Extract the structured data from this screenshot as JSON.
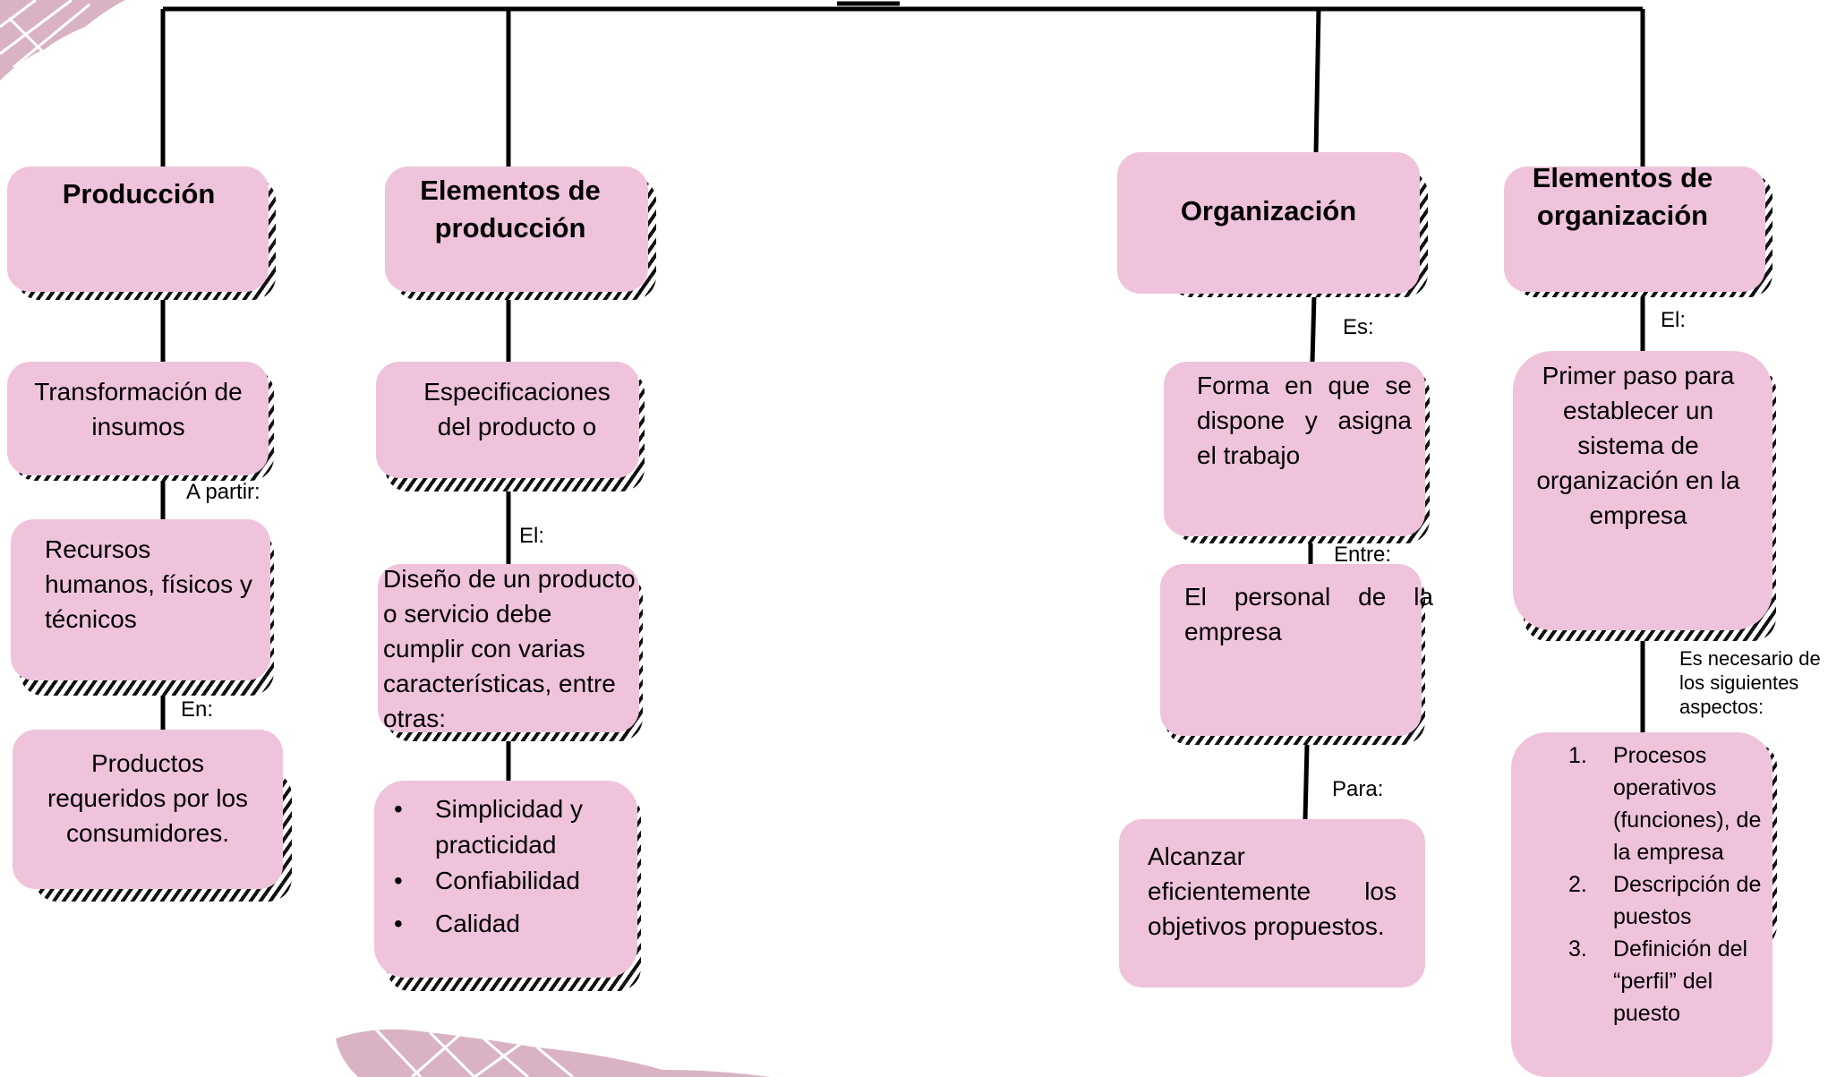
{
  "nodes": {
    "produccion": {
      "title": "Producción"
    },
    "elementos_produccion": {
      "title_line1": "Elementos de",
      "title_line2": "producción"
    },
    "organizacion": {
      "title": "Organización"
    },
    "elementos_organizacion": {
      "title_line1": "Elementos de",
      "title_line2": "organización"
    },
    "transformacion": {
      "line1": "Transformación de",
      "line2": "insumos"
    },
    "recursos": {
      "line1": "Recursos",
      "line2": "humanos, físicos y",
      "line3": "técnicos"
    },
    "productos": {
      "line1": "Productos",
      "line2": "requeridos por los",
      "line3": "consumidores."
    },
    "especificaciones": {
      "line1": "Especificaciones",
      "line2": "del producto o"
    },
    "diseno": {
      "line1": "Diseño de un producto",
      "line2": "o servicio debe",
      "line3": "cumplir con varias",
      "line4": "características, entre",
      "line5": "otras:"
    },
    "caracteristicas": {
      "items": [
        "Simplicidad y",
        "practicidad",
        "Confiabilidad",
        "Calidad"
      ]
    },
    "forma": {
      "line1": "Forma en que se",
      "line2": "dispone y asigna",
      "line3": "el trabajo"
    },
    "personal": {
      "line1": "El personal de la",
      "line2": "empresa"
    },
    "alcanzar": {
      "line1": "Alcanzar",
      "line2": "eficientemente los",
      "line3": "objetivos propuestos."
    },
    "primer_paso": {
      "line1": "Primer paso para",
      "line2": "establecer un",
      "line3": "sistema de",
      "line4": "organización en la",
      "line5": "empresa"
    },
    "aspectos": {
      "items": [
        {
          "num": "1.",
          "lines": [
            "Procesos",
            "operativos",
            "(funciones), de",
            "la empresa"
          ]
        },
        {
          "num": "2.",
          "lines": [
            "Descripción de",
            "puestos"
          ]
        },
        {
          "num": "3.",
          "lines": [
            "Definición del",
            "“perfil” del",
            "puesto"
          ]
        }
      ]
    }
  },
  "connector_labels": {
    "a_partir": "A partir:",
    "en": "En:",
    "el_1": "El:",
    "es": "Es:",
    "entre": "Entre:",
    "para": "Para:",
    "el_2": "El:",
    "es_necesario_line1": "Es necesario de",
    "es_necesario_line2": "los siguientes",
    "es_necesario_line3": "aspectos:"
  },
  "colors": {
    "box_fill": "#efc3dc",
    "lines": "#000000",
    "decor": "#d9b3c4"
  }
}
